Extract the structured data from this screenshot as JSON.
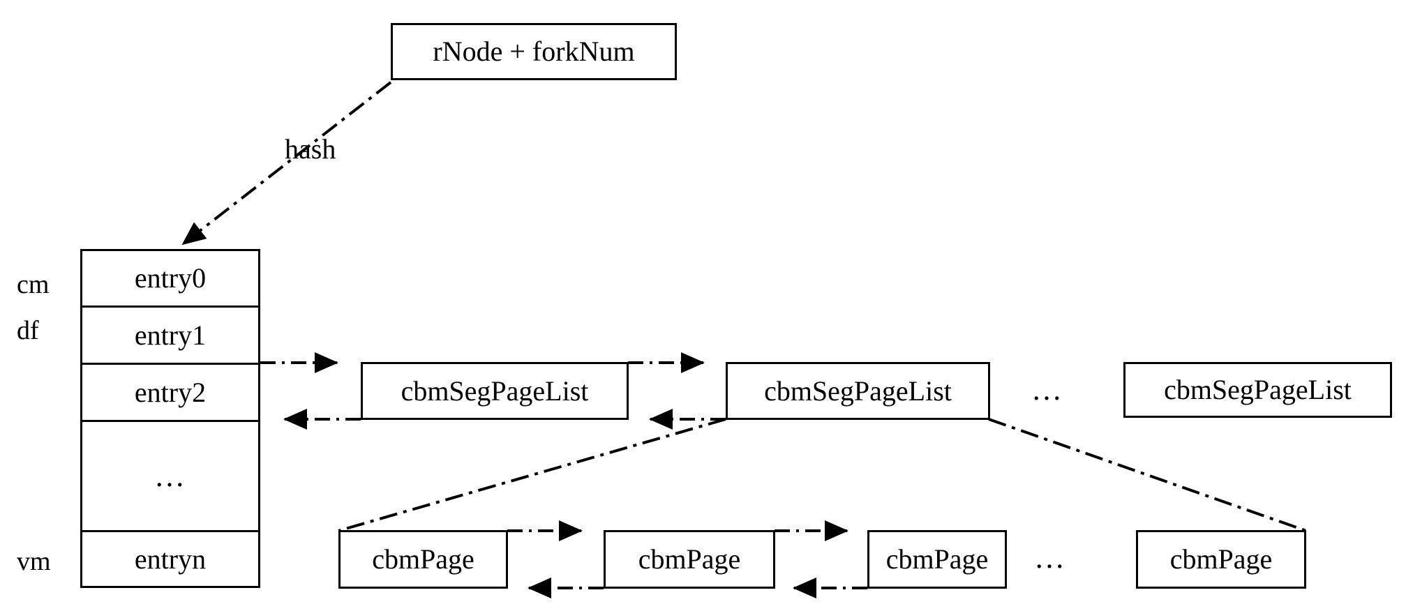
{
  "diagram": {
    "title": "cbm hash table and segment page list structure",
    "style": {
      "line_color": "#000000",
      "background": "#ffffff",
      "stroke_width": 3,
      "line_style": "dash-dot"
    },
    "hash_source": {
      "label": "rNode + forkNum"
    },
    "edge_labels": {
      "hash": "hash"
    },
    "hash_table": {
      "side_labels": [
        {
          "key": "cm",
          "label": "cm"
        },
        {
          "key": "df",
          "label": "df"
        },
        {
          "key": "vm",
          "label": "vm"
        }
      ],
      "rows": [
        {
          "label": "entry0"
        },
        {
          "label": "entry1"
        },
        {
          "label": "entry2"
        },
        {
          "label": "…"
        },
        {
          "label": "entryn"
        }
      ]
    },
    "seg_page_lists": [
      {
        "label": "cbmSegPageList"
      },
      {
        "label": "cbmSegPageList"
      },
      {
        "label": "cbmSegPageList"
      }
    ],
    "seg_list_ellipsis": "…",
    "pages": [
      {
        "label": "cbmPage"
      },
      {
        "label": "cbmPage"
      },
      {
        "label": "cbmPage"
      },
      {
        "label": "cbmPage"
      }
    ],
    "page_ellipsis": "…"
  }
}
